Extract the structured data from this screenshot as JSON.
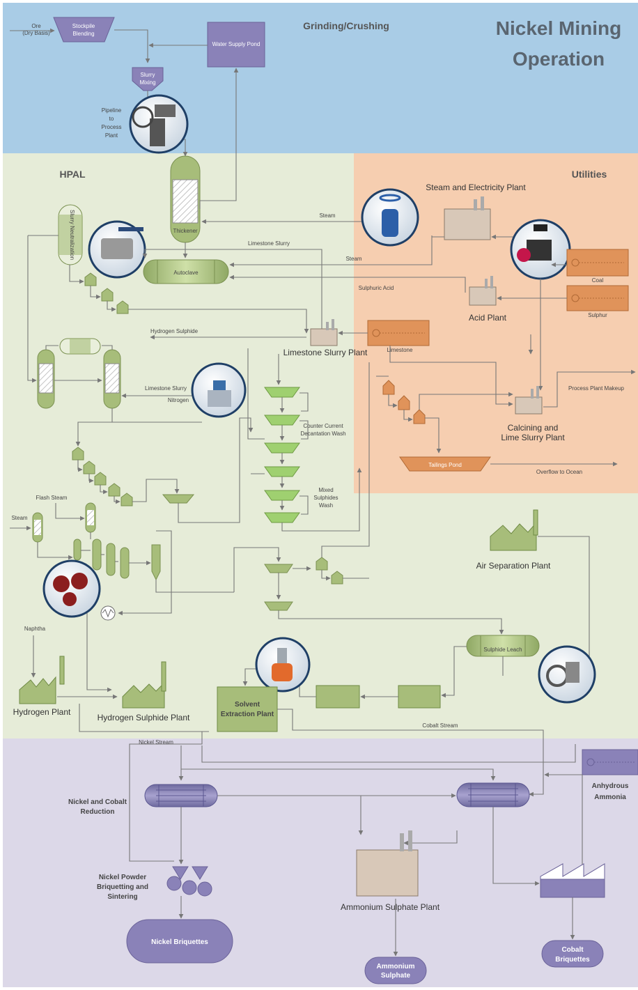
{
  "title": {
    "line1": "Nickel Mining",
    "line2": "Operation"
  },
  "sections": {
    "grinding": "Grinding/Crushing",
    "hpal": "HPAL",
    "utilities": "Utilities"
  },
  "colors": {
    "grinding_bg": "#a9cce6",
    "hpal_bg": "#e6ecd8",
    "utilities_bg": "#f6ceb0",
    "refining_bg": "#dcd8e8",
    "green_equipment": "#a7bd7a",
    "orange_equipment": "#e0935a",
    "purple_equipment": "#8a82b8"
  },
  "grinding": {
    "ore": "Ore",
    "ore_sub": "(Dry Basis)",
    "stockpile_1": "Stockpile",
    "stockpile_2": "Blending",
    "water_pond": "Water Supply Pond",
    "slurry_1": "Slurry",
    "slurry_2": "Mixing",
    "pipeline_1": "Pipeline",
    "pipeline_2": "to",
    "pipeline_3": "Process",
    "pipeline_4": "Plant"
  },
  "hpal": {
    "thickener": "Thickener",
    "slurry_neutralization": "Slurry Neutralization",
    "autoclave": "Autoclave",
    "limestone_slurry": "Limestone Slurry",
    "steam": "Steam",
    "sulphuric_acid": "Sulphuric Acid",
    "hydrogen_sulphide": "Hydrogen Sulphide",
    "limestone_slurry_plant": "Limestone Slurry Plant",
    "limestone_slurry_2": "Limestone Slurry",
    "nitrogen": "Nitrogen",
    "ccd_1": "Counter Current",
    "ccd_2": "Decantation Wash",
    "mixed_1": "Mixed",
    "mixed_2": "Sulphides",
    "mixed_3": "Wash",
    "flash_steam": "Flash Steam",
    "steam_in": "Steam",
    "naphtha": "Naphtha",
    "hydrogen_plant": "Hydrogen Plant",
    "h2s_plant": "Hydrogen Sulphide Plant",
    "air_separation": "Air Separation Plant",
    "sulphide_leach": "Sulphide Leach",
    "solvent_1": "Solvent",
    "solvent_2": "Extraction Plant",
    "cobalt_stream": "Cobalt Stream"
  },
  "utilities": {
    "steam_electricity": "Steam and Electricity Plant",
    "coal": "Coal",
    "sulphur": "Sulphur",
    "acid_plant": "Acid Plant",
    "limestone": "Limestone",
    "process_makeup": "Process Plant Makeup",
    "calcining_1": "Calcining and",
    "calcining_2": "Lime Slurry Plant",
    "tailings_pond": "Tailings Pond",
    "overflow": "Overflow to Ocean"
  },
  "refining": {
    "nickel_stream": "Nickel Stream",
    "ni_co_red_1": "Nickel and Cobalt",
    "ni_co_red_2": "Reduction",
    "anhydrous_1": "Anhydrous",
    "anhydrous_2": "Ammonia",
    "powder_1": "Nickel Powder",
    "powder_2": "Briquetting and",
    "powder_3": "Sintering",
    "ammonium_plant": "Ammonium Sulphate Plant",
    "nickel_briquettes": "Nickel Briquettes",
    "ammonium_1": "Ammonium",
    "ammonium_2": "Sulphate",
    "cobalt_1": "Cobalt",
    "cobalt_2": "Briquettes"
  }
}
